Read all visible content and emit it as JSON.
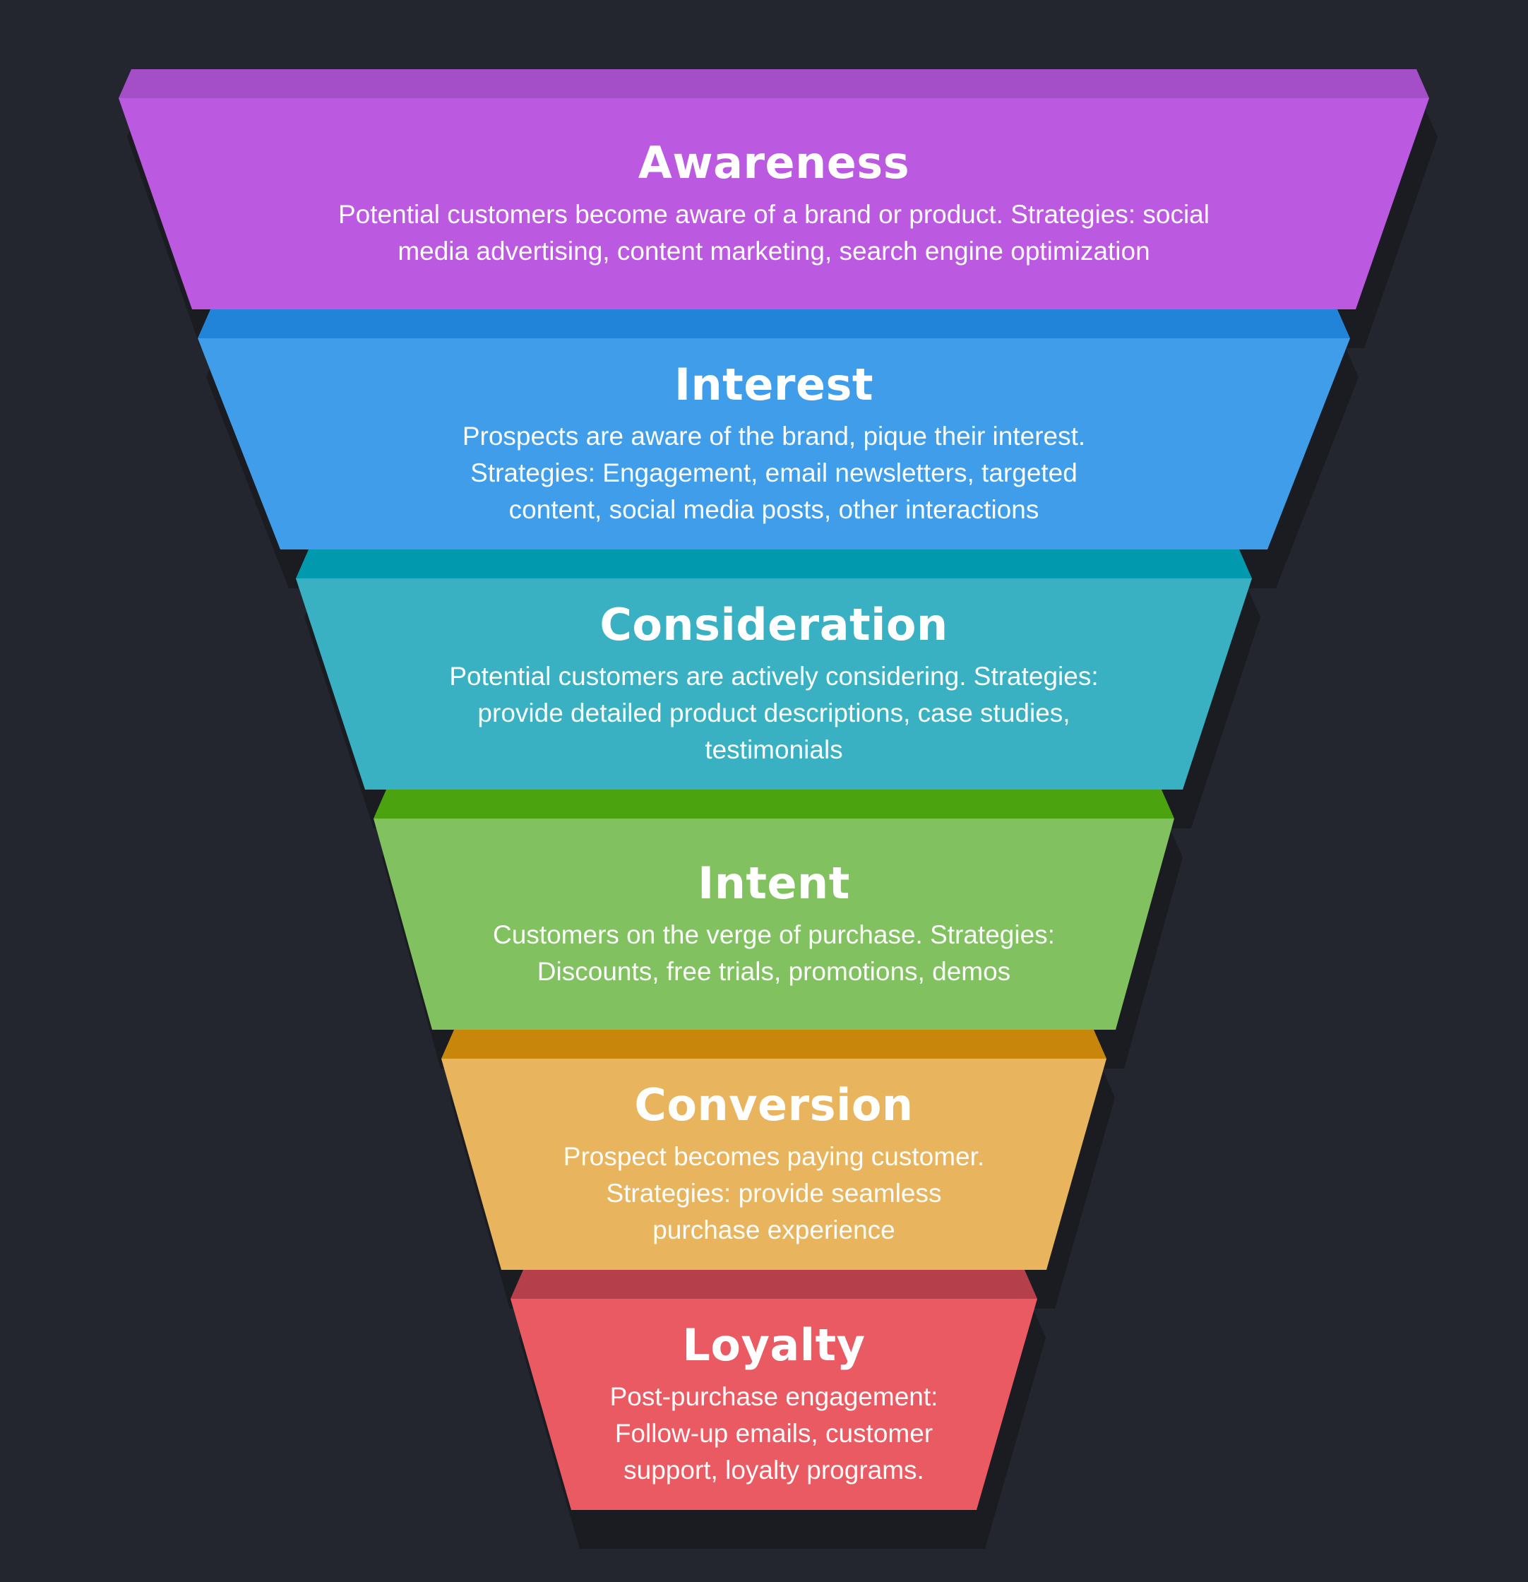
{
  "page": {
    "background": "#23262e",
    "text_color": "#ffffff"
  },
  "funnel": {
    "segments": [
      {
        "id": "awareness",
        "label": "Awareness",
        "desc_lines": [
          "Potential customers become aware of a brand or product. Strategies: social",
          "media advertising, content marketing, search engine optimization"
        ],
        "colors": {
          "front": "#bc59e1",
          "lid": "#a44fc8"
        }
      },
      {
        "id": "interest",
        "label": "Interest",
        "desc_lines": [
          "Prospects are aware of the brand, pique their interest.",
          "Strategies: Engagement, email newsletters, targeted",
          "content, social media posts, other interactions"
        ],
        "colors": {
          "front": "#3f9dea",
          "lid": "#2184d8"
        }
      },
      {
        "id": "consideration",
        "label": "Consideration",
        "desc_lines": [
          "Potential customers are actively considering. Strategies:",
          "provide detailed product descriptions, case studies,",
          "testimonials"
        ],
        "colors": {
          "front": "#3ab1c2",
          "lid": "#0099ae"
        }
      },
      {
        "id": "intent",
        "label": "Intent",
        "desc_lines": [
          "Customers on the verge of purchase. Strategies:",
          "Discounts, free trials, promotions, demos"
        ],
        "colors": {
          "front": "#81c160",
          "lid": "#4ba30f"
        }
      },
      {
        "id": "conversion",
        "label": "Conversion",
        "desc_lines": [
          "Prospect becomes paying customer.",
          "Strategies: provide seamless",
          "purchase experience"
        ],
        "colors": {
          "front": "#e8b55e",
          "lid": "#c8870b"
        }
      },
      {
        "id": "loyalty",
        "label": "Loyalty",
        "desc_lines": [
          "Post-purchase engagement:",
          "Follow-up emails, customer",
          "support, loyalty programs."
        ],
        "colors": {
          "front": "#ea5a63",
          "lid": "#b5404b"
        }
      }
    ]
  },
  "chart_data": {
    "type": "funnel",
    "stages": [
      "Awareness",
      "Interest",
      "Consideration",
      "Intent",
      "Conversion",
      "Loyalty"
    ],
    "descriptions": [
      "Potential customers become aware of a brand or product. Strategies: social media advertising, content marketing, search engine optimization",
      "Prospects are aware of the brand, pique their interest. Strategies: Engagement, email newsletters, targeted content, social media posts, other interactions",
      "Potential customers are actively considering. Strategies: provide detailed product descriptions, case studies, testimonials",
      "Customers on the verge of purchase. Strategies: Discounts, free trials, promotions, demos",
      "Prospect becomes paying customer. Strategies: provide seamless purchase experience",
      "Post-purchase engagement: Follow-up emails, customer support, loyalty programs."
    ],
    "stage_colors": [
      "#bc59e1",
      "#3f9dea",
      "#3ab1c2",
      "#81c160",
      "#e8b55e",
      "#ea5a63"
    ]
  }
}
